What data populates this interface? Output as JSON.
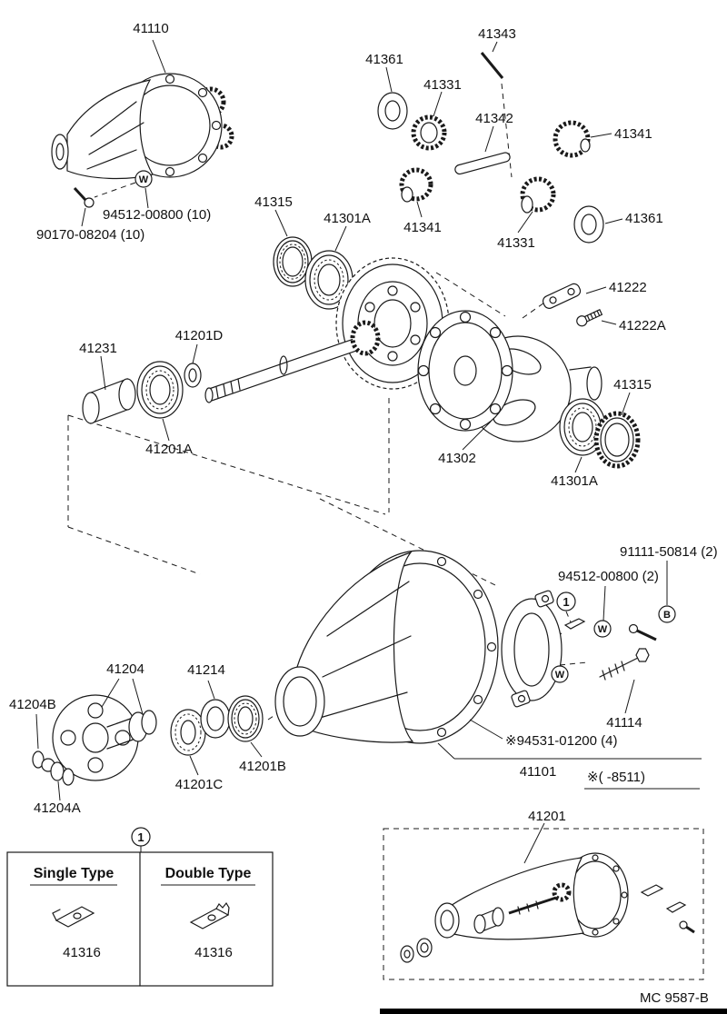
{
  "diagram": {
    "footer_code": "MC 9587-B"
  },
  "symbols": {
    "w": "W",
    "b": "B",
    "one": "1"
  },
  "type_table": {
    "single_header": "Single Type",
    "double_header": "Double Type",
    "single_part": "41316",
    "double_part": "41316"
  },
  "parts": {
    "p41110": "41110",
    "p41361_top": "41361",
    "p41331_top": "41331",
    "p41343": "41343",
    "p41342": "41342",
    "p41341_right": "41341",
    "p41341_mid": "41341",
    "p41361_right": "41361",
    "p41331_right": "41331",
    "p94512_10": "94512-00800 (10)",
    "p90170": "90170-08204 (10)",
    "p41315_left": "41315",
    "p41301a_left": "41301A",
    "p41222": "41222",
    "p41222a": "41222A",
    "p41231": "41231",
    "p41201d": "41201D",
    "p41201a": "41201A",
    "p41302": "41302",
    "p41315_right": "41315",
    "p41301a_right": "41301A",
    "p91111": "91111-50814 (2)",
    "p94512_2": "94512-00800 (2)",
    "p41204": "41204",
    "p41214": "41214",
    "p41204b": "41204B",
    "p41201b": "41201B",
    "p41201c": "41201C",
    "p41204a": "41204A",
    "p94531": "※94531-01200 (4)",
    "p41114": "41114",
    "p41101": "41101",
    "p_range": "※(      -8511)",
    "p41201_inset": "41201"
  }
}
